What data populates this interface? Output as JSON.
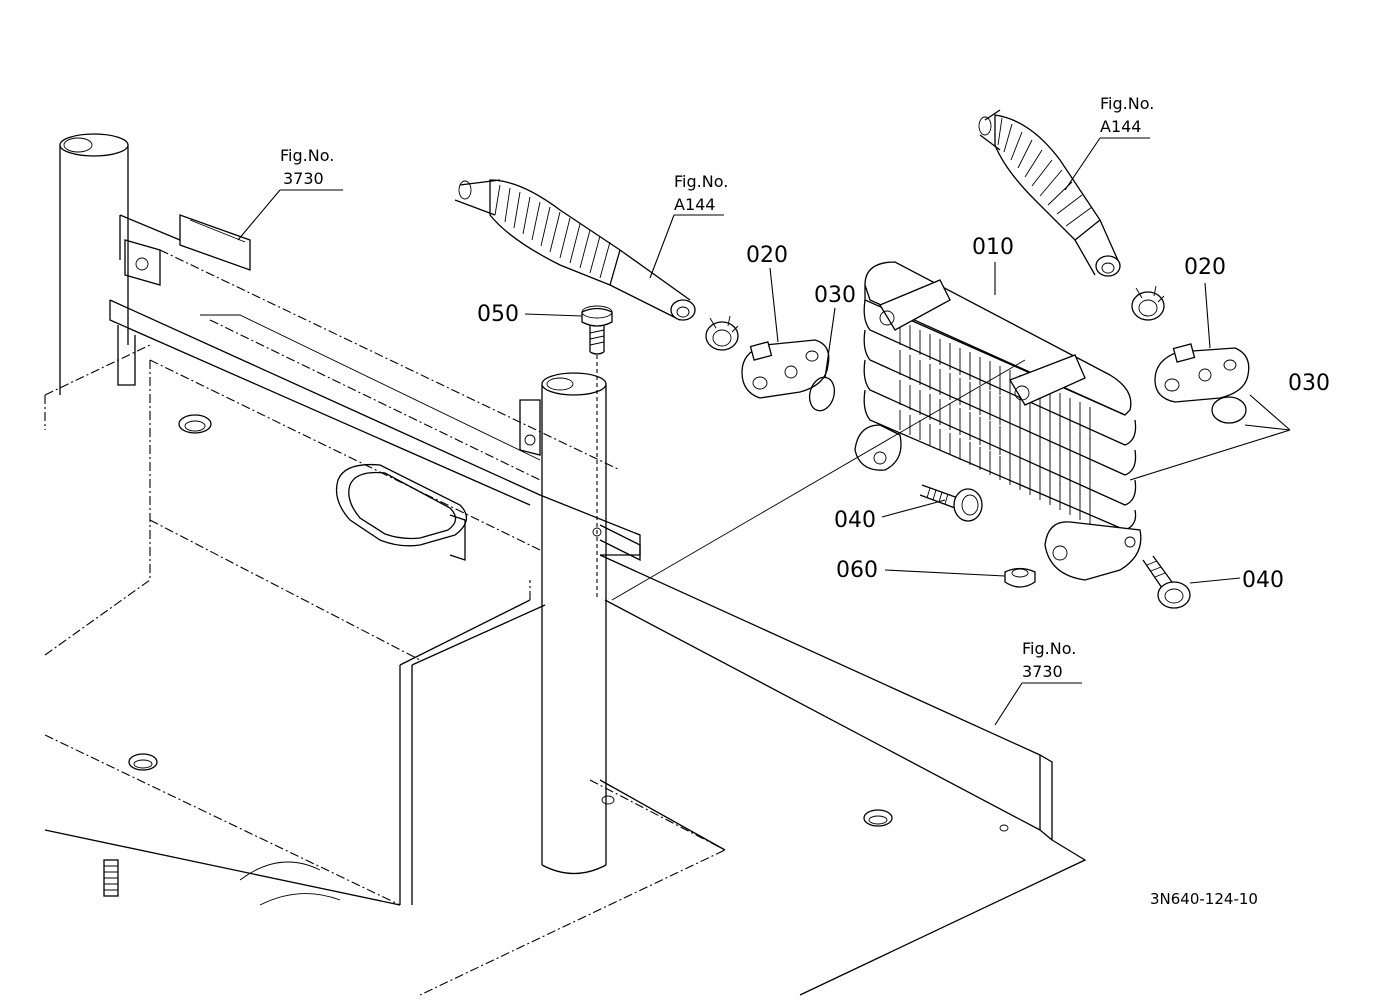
{
  "diagram": {
    "callouts": {
      "c010": "010",
      "c020_left": "020",
      "c020_right": "020",
      "c030_left": "030",
      "c030_right": "030",
      "c040_left": "040",
      "c040_right": "040",
      "c050": "050",
      "c060": "060"
    },
    "figure_refs": {
      "fig_3730_top": {
        "label": "Fig.No.",
        "number": "3730"
      },
      "fig_a144_left": {
        "label": "Fig.No.",
        "number": "A144"
      },
      "fig_a144_right": {
        "label": "Fig.No.",
        "number": "A144"
      },
      "fig_3730_bottom": {
        "label": "Fig.No.",
        "number": "3730"
      }
    },
    "document_id": "3N640-124-10"
  }
}
